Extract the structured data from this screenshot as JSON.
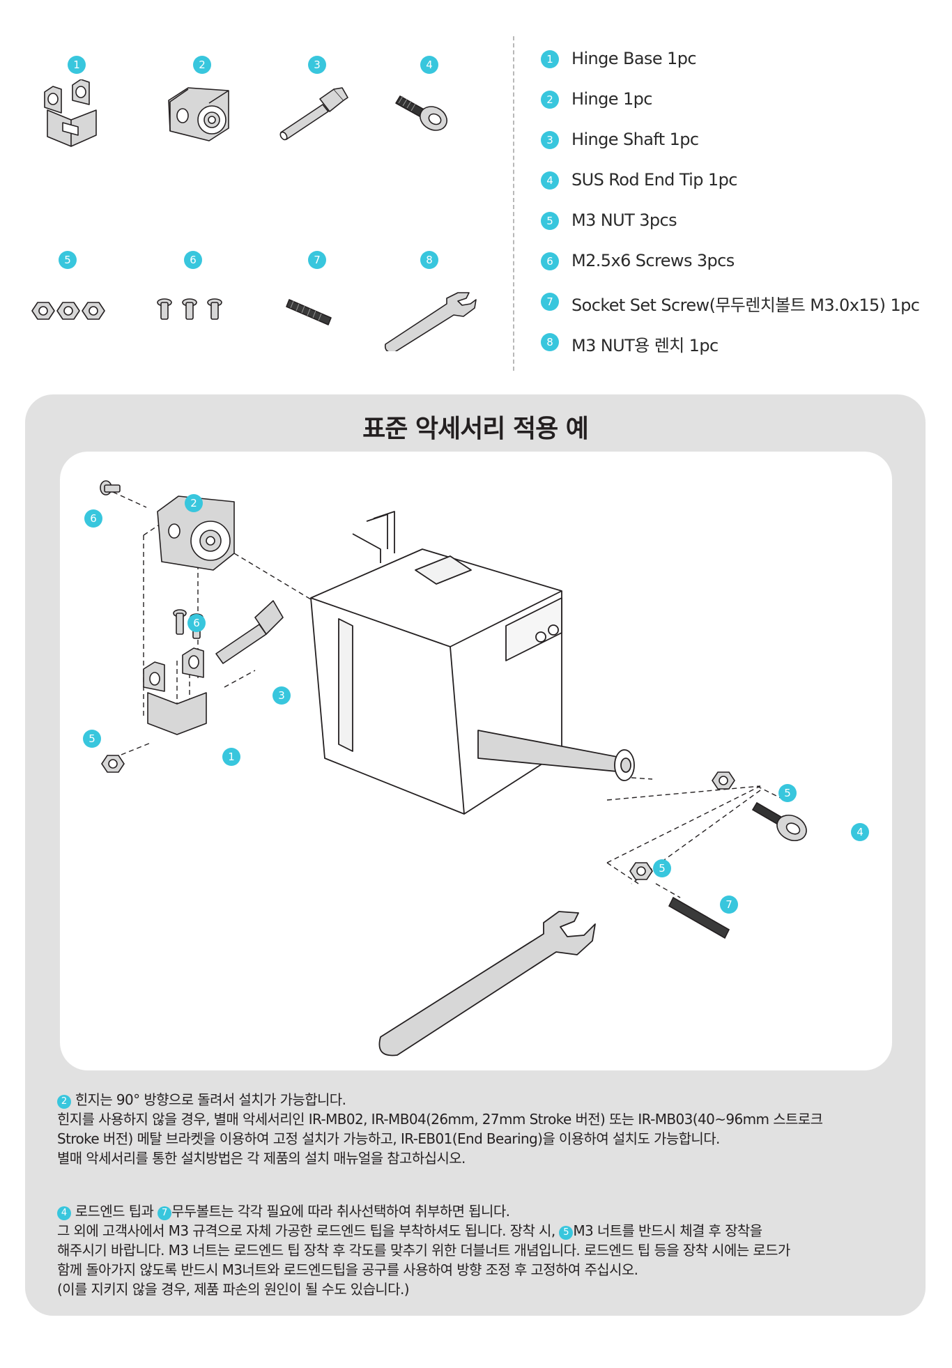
{
  "parts": [
    {
      "num": "1",
      "icon": "hinge-base-icon"
    },
    {
      "num": "2",
      "icon": "hinge-icon"
    },
    {
      "num": "3",
      "icon": "hinge-shaft-icon"
    },
    {
      "num": "4",
      "icon": "rod-end-tip-icon"
    },
    {
      "num": "5",
      "icon": "m3-nut-icon"
    },
    {
      "num": "6",
      "icon": "screw-icon"
    },
    {
      "num": "7",
      "icon": "set-screw-icon"
    },
    {
      "num": "8",
      "icon": "wrench-icon"
    }
  ],
  "legend": [
    {
      "num": "1",
      "text": "Hinge Base 1pc"
    },
    {
      "num": "2",
      "text": "Hinge 1pc"
    },
    {
      "num": "3",
      "text": "Hinge Shaft 1pc"
    },
    {
      "num": "4",
      "text": "SUS Rod End Tip 1pc"
    },
    {
      "num": "5",
      "text": "M3 NUT 3pcs"
    },
    {
      "num": "6",
      "text": "M2.5x6 Screws 3pcs"
    },
    {
      "num": "7",
      "text": "Socket Set Screw(무두렌치볼트 M3.0x15) 1pc"
    },
    {
      "num": "8",
      "text": "M3 NUT용 렌치 1pc"
    }
  ],
  "panel": {
    "title": "표준 악세서리 적용 예",
    "diagram_labels": [
      "6",
      "2",
      "6",
      "3",
      "5",
      "1",
      "5",
      "4",
      "5",
      "7"
    ]
  },
  "notes": {
    "note1": {
      "badge": "2",
      "line1": " 힌지는 90° 방향으로 돌려서 설치가 가능합니다.",
      "line2": "힌지를 사용하지 않을 경우, 별매 악세서리인 IR-MB02, IR-MB04(26mm, 27mm Stroke 버전) 또는 IR-MB03(40~96mm 스트로크",
      "line3": "Stroke 버전)  메탈 브라켓을 이용하여 고정 설치가 가능하고, IR-EB01(End Bearing)을 이용하여 설치도 가능합니다.",
      "line4": "별매 악세서리를 통한 설치방법은 각 제품의 설치 매뉴얼을 참고하십시오."
    },
    "note2": {
      "badge_a": "4",
      "text_a": " 로드엔드 팁과 ",
      "badge_b": "7",
      "text_b": "무두볼트는 각각 필요에 따라 취사선택하여 취부하면 됩니다.",
      "line2_a": "그 외에 고객사에서 M3 규격으로 자체 가공한 로드엔드 팁을 부착하셔도 됩니다. 장착 시, ",
      "badge_c": "5",
      "line2_b": "M3 너트를 반드시 체결 후 장착을",
      "line3": "해주시기 바랍니다. M3 너트는 로드엔드 팁 장착 후 각도를 맞추기 위한 더블너트 개념입니다. 로드엔드 팁 등을 장착 시에는 로드가",
      "line4": "함께 돌아가지 않도록 반드시 M3너트와 로드엔드팁을 공구를 사용하여 방향 조정 후 고정하여 주십시오.",
      "line5": "(이를 지키지 않을 경우, 제품 파손의 원인이 될 수도 있습니다.)"
    }
  },
  "colors": {
    "accent": "#38c6dd",
    "panel_bg": "#e1e1e1",
    "part_gray": "#d7d7d7",
    "outline": "#231f20"
  }
}
